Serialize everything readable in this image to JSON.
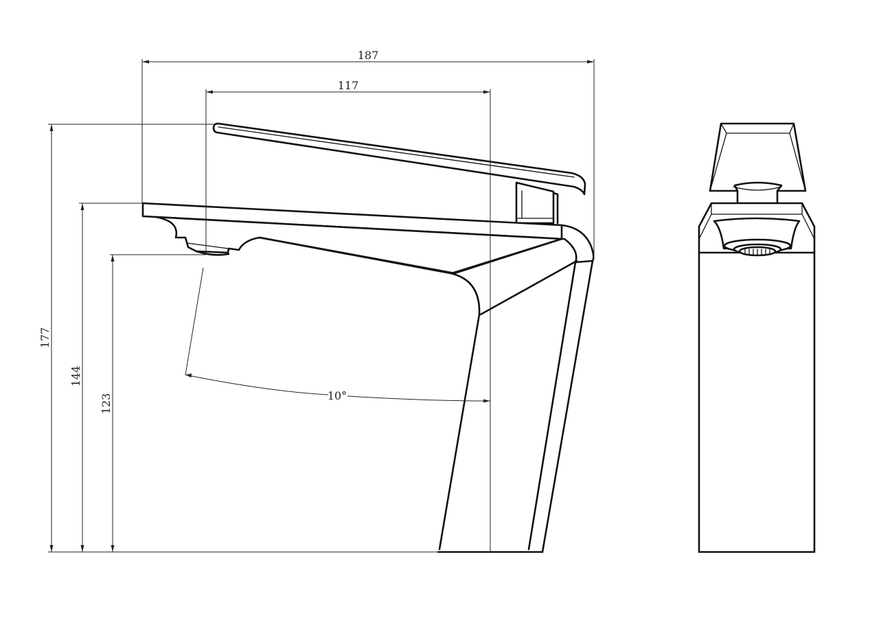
{
  "drawing": {
    "line_color": "#111111",
    "background": "#ffffff",
    "dimensions": {
      "overall_length": "187",
      "spout_reach": "117",
      "overall_height": "177",
      "spout_top_height": "144",
      "outlet_height": "123",
      "tilt_angle": "10°"
    }
  }
}
